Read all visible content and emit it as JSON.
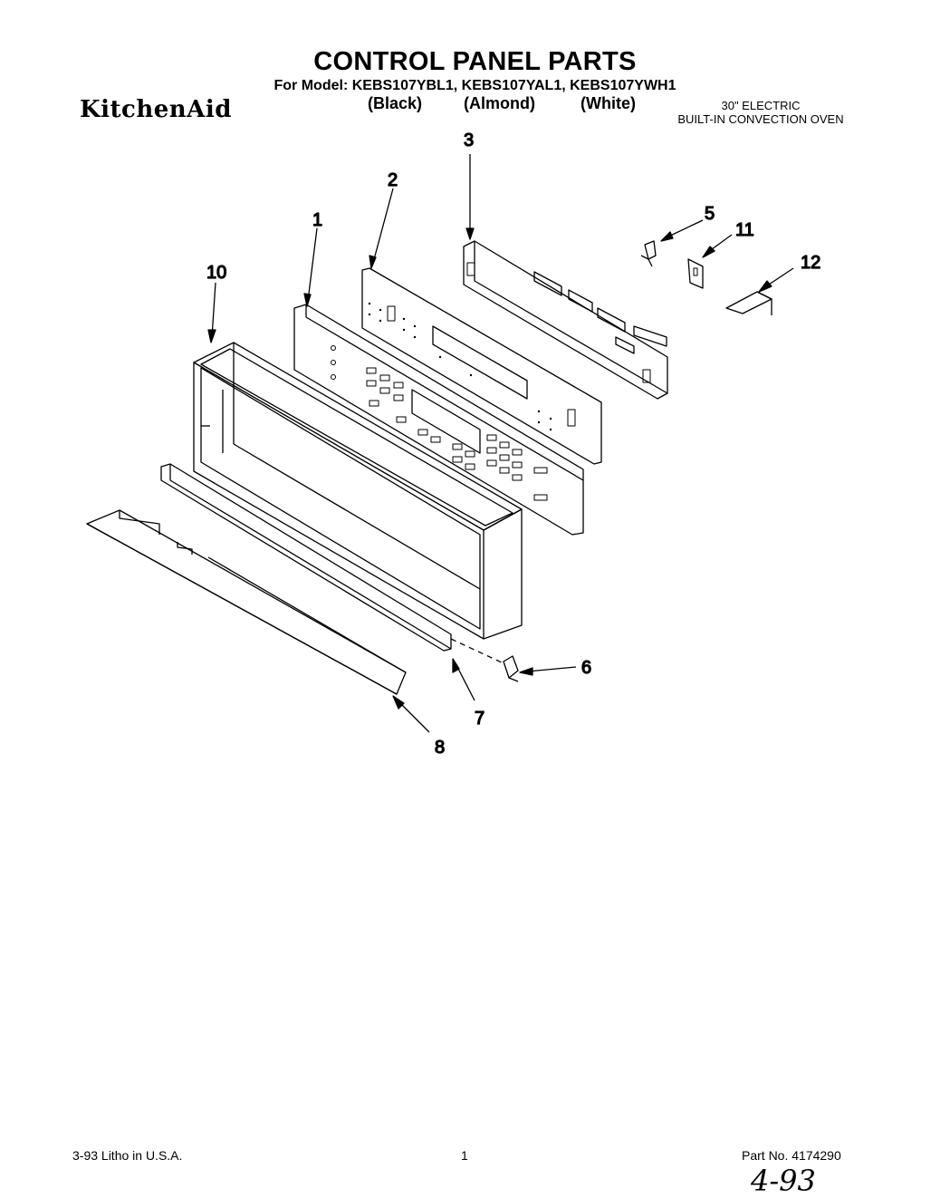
{
  "header": {
    "title": "CONTROL PANEL PARTS",
    "model_line": "For Model: KEBS107YBL1, KEBS107YAL1, KEBS107YWH1",
    "brand_logo": "KitchenAid",
    "colors": [
      "(Black)",
      "(Almond)",
      "(White)"
    ],
    "product_line1": "30\" ELECTRIC",
    "product_line2": "BUILT-IN CONVECTION OVEN"
  },
  "diagram": {
    "callouts": [
      "1",
      "2",
      "3",
      "5",
      "6",
      "7",
      "8",
      "10",
      "11",
      "12"
    ]
  },
  "footer": {
    "litho": "3-93 Litho in U.S.A.",
    "page_number": "1",
    "part_number": "Part No. 4174290",
    "handwritten_note": "4-93"
  }
}
